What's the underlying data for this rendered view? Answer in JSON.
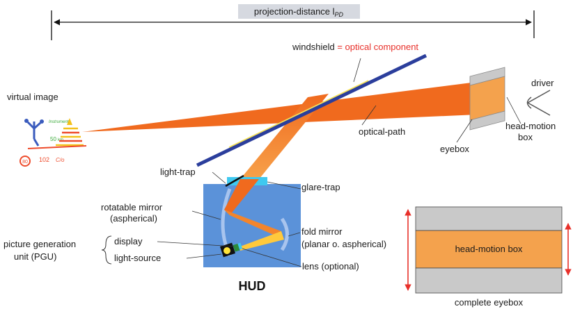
{
  "colors": {
    "beam_orange": "#f06a1e",
    "beam_light": "#f7a14a",
    "beam_yellow": "#ffc93c",
    "windshield_blue": "#2b3e9c",
    "hud_box_blue": "#5b92d9",
    "glare_trap_cyan": "#3fc9f0",
    "eyebox_gray": "#c9c9c9",
    "head_motion_orange": "#f4a24d",
    "accent_red": "#e8302a",
    "label_gray_box": "#d6d9e0"
  },
  "projection": {
    "label_main": "projection-distance l",
    "label_sub": "PD"
  },
  "windshield": {
    "label": "windshield",
    "equals": " = ",
    "accent_label": "optical component"
  },
  "labels": {
    "virtual_image": "virtual image",
    "driver": "driver",
    "head_motion_box": [
      "head-motion",
      "box"
    ],
    "eyebox": "eyebox",
    "optical_path": "optical-path",
    "light_trap": "light-trap",
    "glare_trap": "glare-trap",
    "rotatable_mirror": [
      "rotatable mirror",
      "(aspherical)"
    ],
    "fold_mirror": [
      "fold mirror",
      "(planar o. aspherical)"
    ],
    "pgu": [
      "picture generation",
      "unit (PGU)"
    ],
    "display": "display",
    "light_source": "light-source",
    "lens": "lens (optional)",
    "hud": "HUD"
  },
  "virtual_image_content": {
    "instrument": "Instrumente",
    "speed": "50",
    "speed_unit": "km",
    "sign": "80",
    "odometer": "102",
    "gear": "C/o"
  },
  "eyebox_inset": {
    "head_motion_box": "head-motion box",
    "caption": "complete eyebox"
  }
}
